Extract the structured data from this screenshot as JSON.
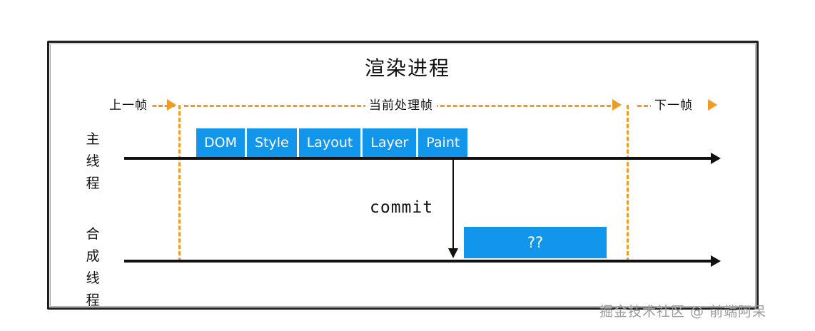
{
  "diagram": {
    "title": "渲染进程",
    "watermark": "掘金技术社区 @ 前端阿呆",
    "colors": {
      "accent_blue": "#1296eb",
      "accent_orange": "#ef9b24",
      "stroke_black": "#111111",
      "background": "#ffffff"
    },
    "timeline": {
      "previous_frame_label": "上一帧",
      "current_frame_label": "当前处理帧",
      "next_frame_label": "下一帧"
    },
    "threads": {
      "main": {
        "label": "主线程",
        "label_chars": [
          "主",
          "线",
          "程"
        ],
        "stages": [
          {
            "label": "DOM"
          },
          {
            "label": "Style"
          },
          {
            "label": "Layout"
          },
          {
            "label": "Layer"
          },
          {
            "label": "Paint"
          }
        ]
      },
      "compositor": {
        "label": "合成线程",
        "label_chars": [
          "合",
          "成",
          "线",
          "程"
        ],
        "task_box_label": "??"
      }
    },
    "commit": {
      "label": "commit"
    }
  }
}
